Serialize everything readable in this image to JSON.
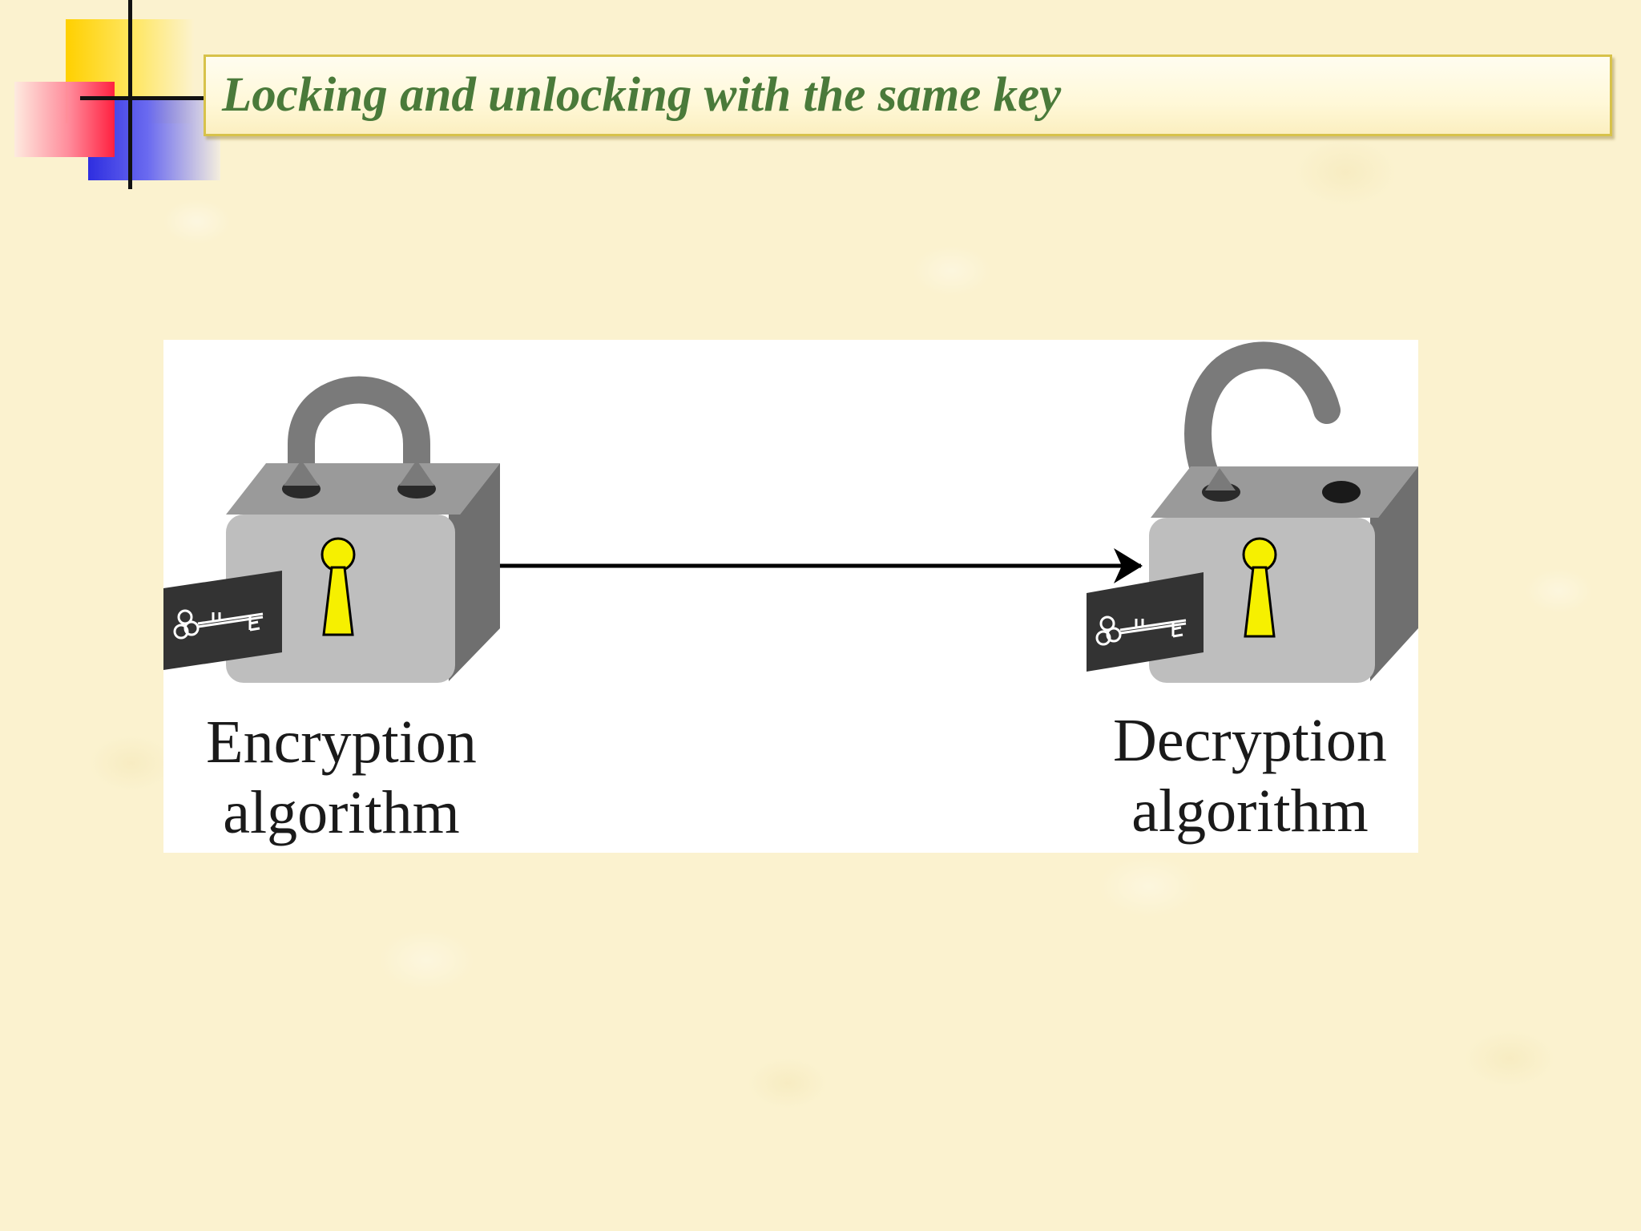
{
  "slide": {
    "title": "Locking and unlocking with the same key"
  },
  "diagram": {
    "left_lock": {
      "state": "locked",
      "label_line1": "Encryption",
      "label_line2": "algorithm"
    },
    "right_lock": {
      "state": "unlocked",
      "label_line1": "Decryption",
      "label_line2": "algorithm"
    },
    "arrow_direction": "left-to-right",
    "colors": {
      "lock_body_front": "#bebebe",
      "lock_body_side": "#6f6f6f",
      "lock_body_top": "#9a9a9a",
      "shackle": "#7a7a7a",
      "keyhole": "#f6f000",
      "key_card": "#333333",
      "title_text": "#4a7a3a"
    },
    "icons": [
      "padlock-locked-icon",
      "padlock-open-icon",
      "key-icon",
      "keyhole-icon",
      "arrow-icon"
    ]
  }
}
